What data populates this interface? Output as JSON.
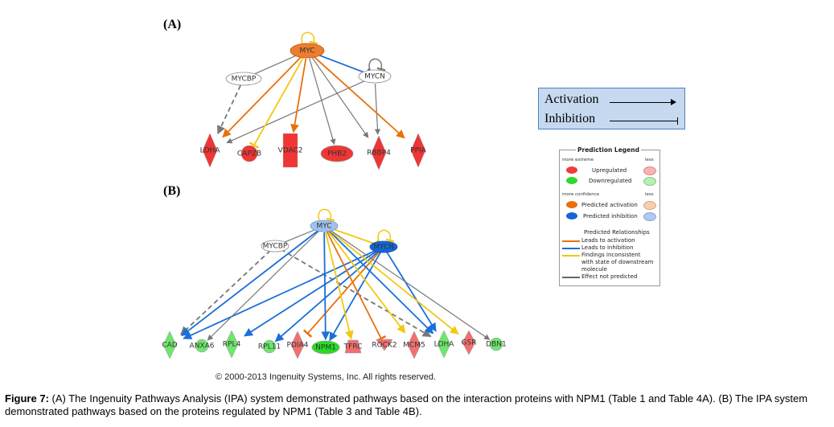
{
  "panelA": {
    "label": "(A)",
    "nodes": [
      {
        "id": "MYC",
        "label": "MYC",
        "shape": "ellipse",
        "fill": "#ed7d31",
        "stroke": "#c05a10"
      },
      {
        "id": "MYCBP",
        "label": "MYCBP",
        "shape": "ellipse",
        "fill": "#ffffff",
        "stroke": "#888888"
      },
      {
        "id": "MYCN",
        "label": "MYCN",
        "shape": "ellipse",
        "fill": "#ffffff",
        "stroke": "#888888"
      },
      {
        "id": "LDHA",
        "label": "LDHA",
        "shape": "diamond",
        "fill": "#f03535"
      },
      {
        "id": "CAPZB",
        "label": "CAPZB",
        "shape": "circle",
        "fill": "#f03535"
      },
      {
        "id": "VDAC2",
        "label": "VDAC2",
        "shape": "rect",
        "fill": "#f03535"
      },
      {
        "id": "PHB2",
        "label": "PHB2",
        "shape": "ellipse",
        "fill": "#f03535"
      },
      {
        "id": "RBBP4",
        "label": "RBBP4",
        "shape": "diamond",
        "fill": "#f03535"
      },
      {
        "id": "PPIA",
        "label": "PPIA",
        "shape": "diamond",
        "fill": "#f03535"
      }
    ],
    "edges": [
      {
        "from": "MYC",
        "to": "MYC",
        "type": "self",
        "color": "#f2c811"
      },
      {
        "from": "MYCN",
        "to": "MYCN",
        "type": "self",
        "color": "#777777"
      },
      {
        "from": "MYC",
        "to": "MYCBP",
        "type": "line",
        "color": "#777777"
      },
      {
        "from": "MYC",
        "to": "MYCN",
        "type": "inhibit",
        "color": "#1a6fd8"
      },
      {
        "from": "MYCBP",
        "to": "LDHA",
        "type": "dashed-arrow",
        "color": "#777777"
      },
      {
        "from": "MYC",
        "to": "LDHA",
        "type": "arrow",
        "color": "#e8700a"
      },
      {
        "from": "MYCN",
        "to": "LDHA",
        "type": "arrow",
        "color": "#777777"
      },
      {
        "from": "MYC",
        "to": "CAPZB",
        "type": "inhibit",
        "color": "#f2c811"
      },
      {
        "from": "MYC",
        "to": "VDAC2",
        "type": "arrow",
        "color": "#e8700a"
      },
      {
        "from": "MYC",
        "to": "PHB2",
        "type": "arrow",
        "color": "#777777"
      },
      {
        "from": "MYC",
        "to": "RBBP4",
        "type": "arrow",
        "color": "#777777"
      },
      {
        "from": "MYCN",
        "to": "RBBP4",
        "type": "arrow",
        "color": "#777777"
      },
      {
        "from": "MYC",
        "to": "PPIA",
        "type": "arrow",
        "color": "#e8700a"
      }
    ]
  },
  "panelB": {
    "label": "(B)",
    "nodes": [
      {
        "id": "MYC",
        "label": "MYC",
        "shape": "ellipse",
        "fill": "#9fc2ee",
        "stroke": "#6a95cc"
      },
      {
        "id": "MYCBP",
        "label": "MYCBP",
        "shape": "ellipse",
        "fill": "#ffffff",
        "stroke": "#888888"
      },
      {
        "id": "MYCN",
        "label": "MYCN",
        "shape": "ellipse",
        "fill": "#1466d6",
        "stroke": "#0d4ea8"
      },
      {
        "id": "CAD",
        "label": "CAD",
        "shape": "diamond",
        "fill": "#6ee66e"
      },
      {
        "id": "ANXA6",
        "label": "ANXA6",
        "shape": "circle",
        "fill": "#6ee66e"
      },
      {
        "id": "RPL4",
        "label": "RPL4",
        "shape": "diamond",
        "fill": "#6ee66e"
      },
      {
        "id": "RPL11",
        "label": "RPL11",
        "shape": "circle",
        "fill": "#6ee66e"
      },
      {
        "id": "PDIA4",
        "label": "PDIA4",
        "shape": "diamond",
        "fill": "#f07070"
      },
      {
        "id": "NPM1",
        "label": "NPM1",
        "shape": "ellipse",
        "fill": "#22dd22"
      },
      {
        "id": "TFRC",
        "label": "TFRC",
        "shape": "trapezoid",
        "fill": "#f07070"
      },
      {
        "id": "ROCK2",
        "label": "ROCK2",
        "shape": "triangle-down",
        "fill": "#f07070"
      },
      {
        "id": "MCM5",
        "label": "MCM5",
        "shape": "diamond",
        "fill": "#f07070"
      },
      {
        "id": "LDHA",
        "label": "LDHA",
        "shape": "diamond",
        "fill": "#6ee66e"
      },
      {
        "id": "GSR",
        "label": "GSR",
        "shape": "diamond",
        "fill": "#f07070"
      },
      {
        "id": "DBN1",
        "label": "DBN1",
        "shape": "circle",
        "fill": "#6ee66e"
      }
    ],
    "edges": [
      {
        "from": "MYC",
        "to": "MYC",
        "type": "self",
        "color": "#f2c811"
      },
      {
        "from": "MYCN",
        "to": "MYCN",
        "type": "self",
        "color": "#f2c811"
      },
      {
        "from": "MYC",
        "to": "MYCBP",
        "type": "line",
        "color": "#777777"
      },
      {
        "from": "MYC",
        "to": "MYCN",
        "type": "inhibit",
        "color": "#f2c811"
      },
      {
        "from": "MYCBP",
        "to": "CAD",
        "type": "dashed-arrow",
        "color": "#777777"
      },
      {
        "from": "MYCBP",
        "to": "LDHA",
        "type": "dashed-arrow",
        "color": "#777777"
      },
      {
        "from": "MYC",
        "to": "CAD",
        "type": "arrow",
        "color": "#1a6fd8"
      },
      {
        "from": "MYCN",
        "to": "CAD",
        "type": "arrow",
        "color": "#1a6fd8"
      },
      {
        "from": "MYC",
        "to": "ANXA6",
        "type": "arrow",
        "color": "#777777"
      },
      {
        "from": "MYCN",
        "to": "RPL4",
        "type": "arrow",
        "color": "#1a6fd8"
      },
      {
        "from": "MYCN",
        "to": "RPL11",
        "type": "arrow",
        "color": "#1a6fd8"
      },
      {
        "from": "MYCN",
        "to": "PDIA4",
        "type": "inhibit",
        "color": "#e8700a"
      },
      {
        "from": "MYC",
        "to": "NPM1",
        "type": "arrow",
        "color": "#1a6fd8"
      },
      {
        "from": "MYCN",
        "to": "NPM1",
        "type": "arrow",
        "color": "#1a6fd8"
      },
      {
        "from": "MYC",
        "to": "TFRC",
        "type": "arrow",
        "color": "#f2c811"
      },
      {
        "from": "MYC",
        "to": "ROCK2",
        "type": "inhibit",
        "color": "#e8700a"
      },
      {
        "from": "MYC",
        "to": "MCM5",
        "type": "arrow",
        "color": "#f2c811"
      },
      {
        "from": "MYC",
        "to": "LDHA",
        "type": "arrow",
        "color": "#1a6fd8"
      },
      {
        "from": "MYCN",
        "to": "LDHA",
        "type": "arrow",
        "color": "#1a6fd8"
      },
      {
        "from": "MYC",
        "to": "GSR",
        "type": "arrow",
        "color": "#f2c811"
      },
      {
        "from": "MYC",
        "to": "DBN1",
        "type": "arrow",
        "color": "#777777"
      }
    ]
  },
  "arrow_legend": {
    "activation_label": "Activation",
    "inhibition_label": "Inhibition"
  },
  "prediction_legend": {
    "title": "Prediction Legend",
    "more_extreme": "more extreme",
    "less": "less",
    "upregulated": "Upregulated",
    "downregulated": "Downregulated",
    "more_confidence": "more confidence",
    "predicted_activation": "Predicted activation",
    "predicted_inhibition": "Predicted inhibition",
    "relationships_title": "Predicted Relationships",
    "leads_to_activation": "Leads to activation",
    "leads_to_inhibition": "Leads to inhibition",
    "findings_inconsistent_1": "Findings inconsistent",
    "findings_inconsistent_2": "with state of downstream",
    "findings_inconsistent_3": "molecule",
    "effect_not_predicted": "Effect not predicted",
    "colors": {
      "up_strong": "#f03c3c",
      "up_weak": "#f8b4b4",
      "down_strong": "#2ed82e",
      "down_weak": "#b6f0b6",
      "act_strong": "#e8700a",
      "act_weak": "#f6cfae",
      "inh_strong": "#1466d6",
      "inh_weak": "#b0c9ee",
      "line_act": "#e8700a",
      "line_inh": "#1a6fd8",
      "line_inconsistent": "#f2c811",
      "line_none": "#666666"
    }
  },
  "copyright": "© 2000-2013 Ingenuity Systems, Inc. All rights reserved.",
  "caption": {
    "label": "Figure 7:",
    "text": " (A) The Ingenuity Pathways Analysis (IPA) system demonstrated pathways based on the interaction proteins with NPM1 (Table 1 and Table 4A). (B) The IPA system demonstrated pathways based on the proteins regulated by NPM1 (Table 3 and Table 4B)."
  }
}
